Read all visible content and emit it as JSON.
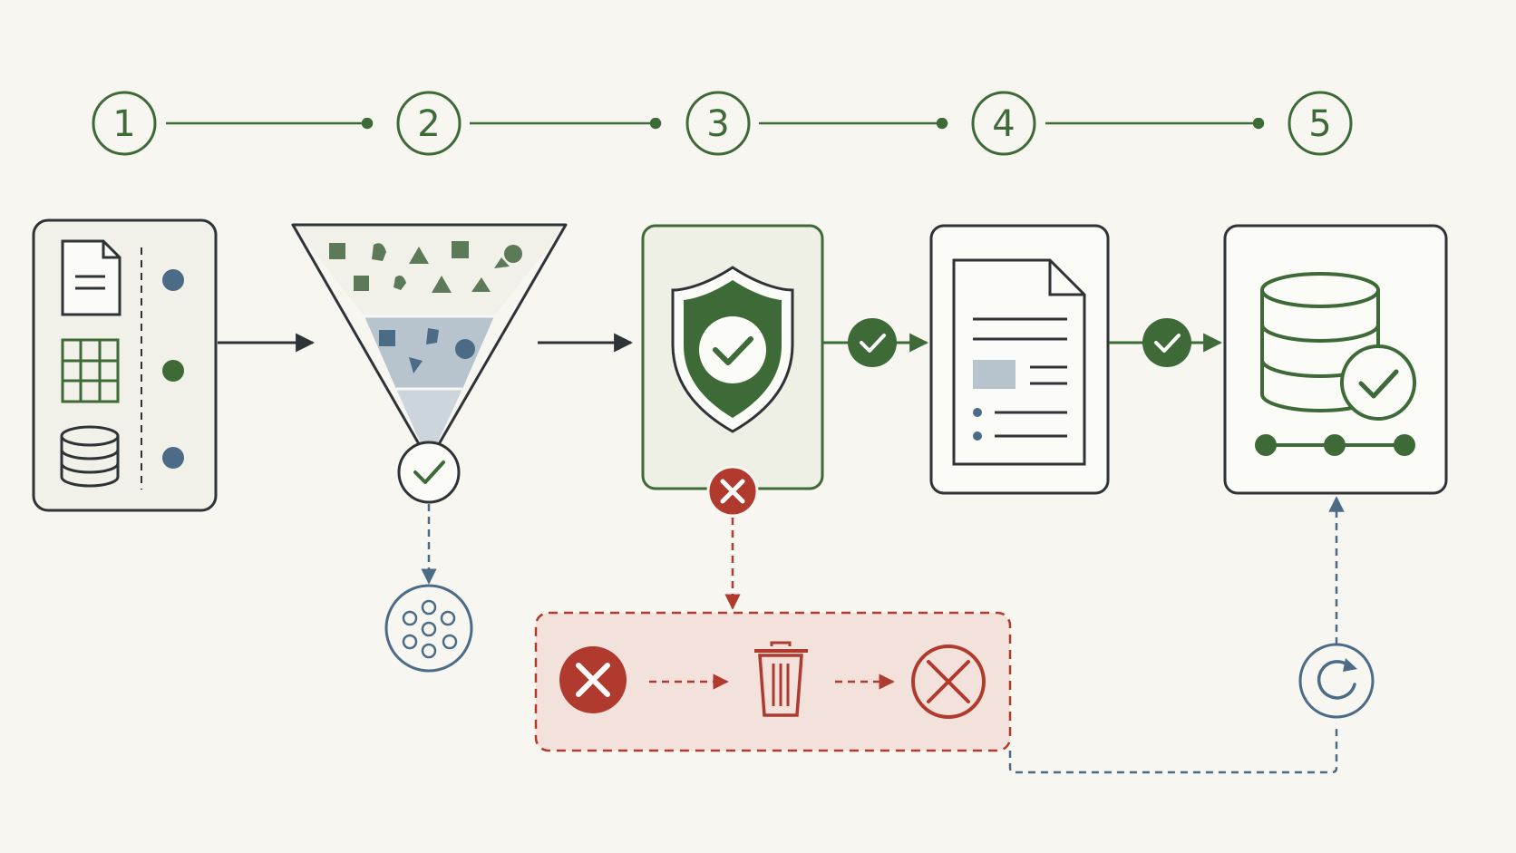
{
  "steps": [
    {
      "number": "1",
      "stage": "data-sources"
    },
    {
      "number": "2",
      "stage": "filter-funnel"
    },
    {
      "number": "3",
      "stage": "validation-shield"
    },
    {
      "number": "4",
      "stage": "document"
    },
    {
      "number": "5",
      "stage": "database-verified"
    }
  ],
  "colors": {
    "background": "#f7f6f1",
    "green": "#3e6a38",
    "dark": "#2f3336",
    "blue": "#4b6b86",
    "red": "#b03a2e",
    "red_fill": "#f3e2dc",
    "funnel_blue": "#b7c4ce",
    "card_green": "#eef0e6"
  },
  "icons": {
    "sources": [
      "document-icon",
      "spreadsheet-icon",
      "database-icon"
    ],
    "rejection": [
      "reject-x-icon",
      "trash-icon",
      "blocked-icon"
    ],
    "archive": "particles-archive-icon",
    "reprocess": "refresh-icon"
  }
}
